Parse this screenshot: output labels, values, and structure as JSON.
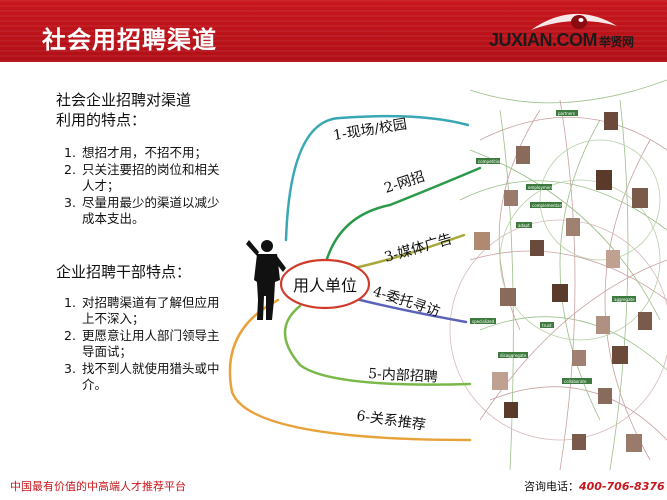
{
  "header": {
    "title": "社会用招聘渠道",
    "logo_text": "JUXIAN.COM",
    "logo_cn": "举贤网"
  },
  "left": {
    "heading1": [
      "社会企业招聘对渠道",
      "利用的特点："
    ],
    "list1": [
      {
        "num": "1.",
        "text": "想招才用，不招不用；"
      },
      {
        "num": "2.",
        "text": "只关注要招的岗位和相关人才；"
      },
      {
        "num": "3.",
        "text": "尽量用最少的渠道以减少成本支出。"
      }
    ],
    "heading2": "企业招聘干部特点：",
    "list2": [
      {
        "num": "1.",
        "text": "对招聘渠道有了解但应用上不深入；"
      },
      {
        "num": "2.",
        "text": "更愿意让用人部门领导主导面试；"
      },
      {
        "num": "3.",
        "text": "找不到人就使用猎头或中介。"
      }
    ]
  },
  "diagram": {
    "center": "用人单位",
    "channels": [
      {
        "label": "1-现场/校园",
        "color": "#3aa8b4"
      },
      {
        "label": "2-网招",
        "color": "#2a9a4a"
      },
      {
        "label": "3-媒体广告",
        "color": "#a8a83a"
      },
      {
        "label": "4-委托寻访",
        "color": "#5a63b8"
      },
      {
        "label": "5-内部招聘",
        "color": "#7ab84a"
      },
      {
        "label": "6-关系推荐",
        "color": "#e8a23a"
      }
    ],
    "network_tags": [
      "partners",
      "competition",
      "employment",
      "complementary",
      "adapt",
      "aggregate",
      "specialized",
      "trust",
      "disaggregate",
      "collaborate"
    ]
  },
  "footer": {
    "left": "中国最有价值的中高端人才推荐平台",
    "right_label": "咨询电话：",
    "phone": "400-706-8376"
  },
  "colors": {
    "brand_red": "#c8161d",
    "center_ellipse": "#d03a2a"
  }
}
